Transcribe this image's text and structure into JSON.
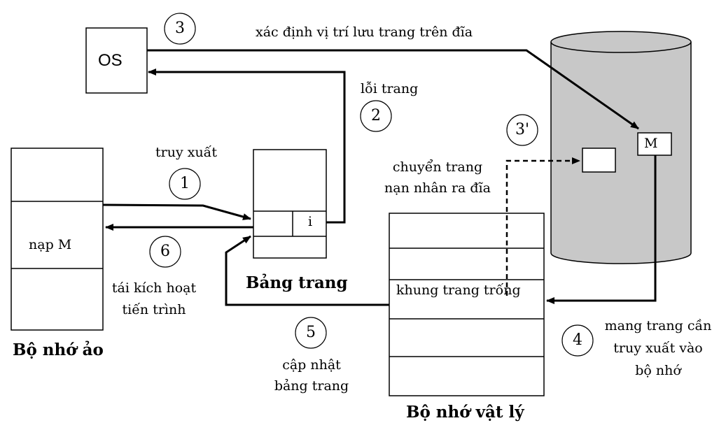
{
  "steps": {
    "s1": "1",
    "s2": "2",
    "s3": "3",
    "s3p": "3'",
    "s4": "4",
    "s5": "5",
    "s6": "6"
  },
  "labels": {
    "os": "OS",
    "find_disk": "xác định vị trí lưu trang trên đĩa",
    "page_fault": "lỗi trang",
    "access": "truy xuất",
    "page_table_i": "i",
    "load_m": "nạp M",
    "disk_m": "M",
    "swap_out_1": "chuyển trang",
    "swap_out_2": "nạn nhân ra đĩa",
    "free_frame": "khung trang trống",
    "bring_in_1": "mang trang cần",
    "bring_in_2": "truy xuất vào",
    "bring_in_3": "bộ nhớ",
    "reactivate_1": "tái kích hoạt",
    "reactivate_2": "tiến trình",
    "update_1": "cập nhật",
    "update_2": "bảng trang"
  },
  "titles": {
    "virtual_memory": "Bộ nhớ ảo",
    "page_table": "Bảng trang",
    "physical_memory": "Bộ nhớ vật lý"
  },
  "colors": {
    "disk_fill": "#c8c8c8",
    "line": "#000000"
  }
}
